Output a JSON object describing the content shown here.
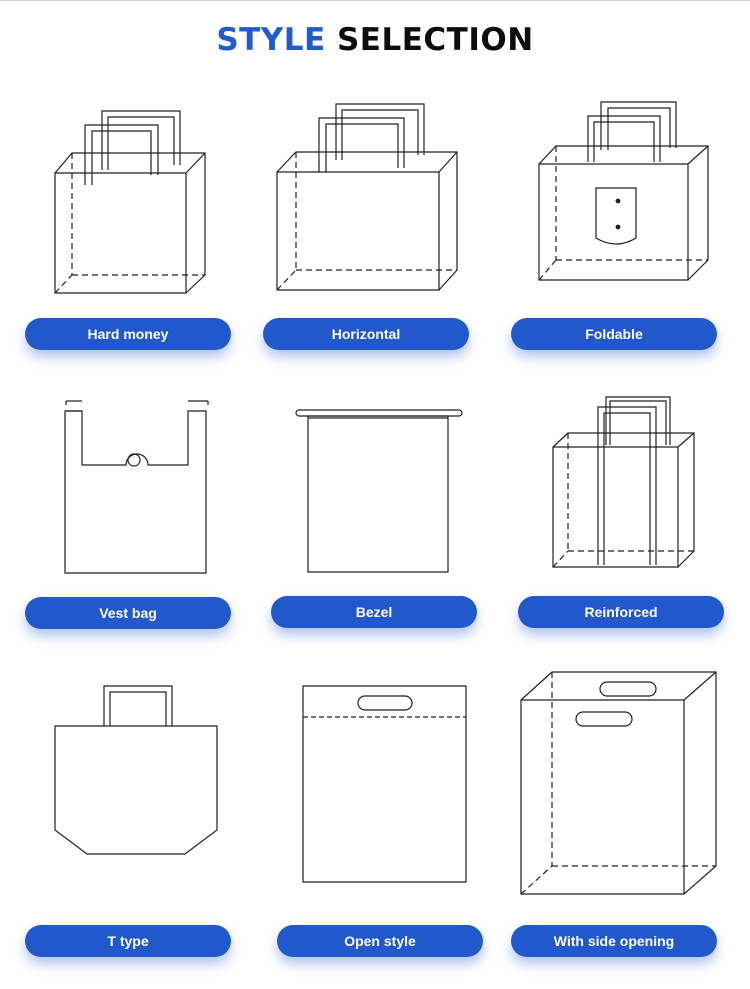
{
  "title": {
    "word1": "STYLE",
    "word2": "SELECTION"
  },
  "styles": [
    {
      "label": "Hard money",
      "icon": "tote-bag-handles-icon"
    },
    {
      "label": "Horizontal",
      "icon": "horizontal-bag-icon"
    },
    {
      "label": "Foldable",
      "icon": "foldable-bag-icon"
    },
    {
      "label": "Vest bag",
      "icon": "vest-bag-icon"
    },
    {
      "label": "Bezel",
      "icon": "drawstring-bag-icon"
    },
    {
      "label": "Reinforced",
      "icon": "reinforced-bag-icon"
    },
    {
      "label": "T type",
      "icon": "t-type-bag-icon"
    },
    {
      "label": "Open style",
      "icon": "die-cut-bag-icon"
    },
    {
      "label": "With side opening",
      "icon": "side-opening-bag-icon"
    }
  ],
  "colors": {
    "accent": "#2158cc",
    "title_dark": "#0d0d0d",
    "title_blue": "#1f5cd0"
  }
}
